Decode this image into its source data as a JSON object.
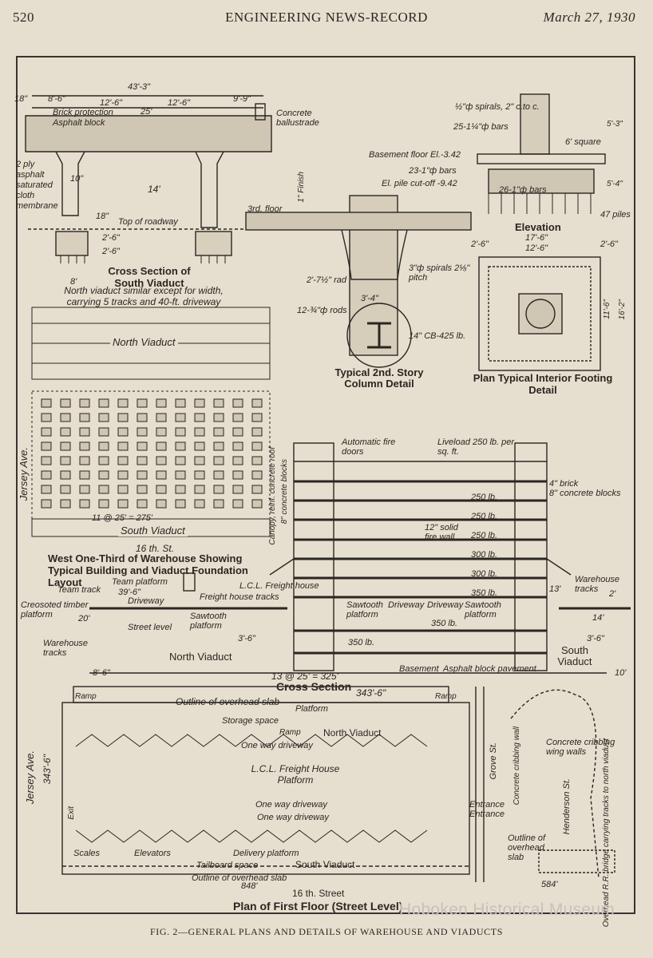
{
  "header": {
    "page_number": "520",
    "publication": "ENGINEERING NEWS-RECORD",
    "date": "March 27, 1930"
  },
  "cross_section_south": {
    "dims": [
      "43'-3\"",
      "18\"",
      "8'-6\"",
      "12'-6\"",
      "12'-6\"",
      "9'-9\"",
      "25'",
      "14'",
      "10\"",
      "18\"",
      "2'-6\"",
      "2'-6\"",
      "8'"
    ],
    "notes": [
      "Brick protection",
      "Asphalt block",
      "Concrete ballustrade",
      "2 ply asphalt saturated cloth membrane",
      "Top of roadway"
    ],
    "title": "Cross Section of South Viaduct",
    "subtitle": "North viaduct similar except for width, carrying 5 tracks and 40-ft. driveway"
  },
  "column_detail": {
    "notes": [
      "3rd. floor",
      "1\" Finish",
      "2'-7½\" rad",
      "3\"ф spirals 2⅛\" pitch",
      "12-¾\"ф rods",
      "14\" CB-425 lb.",
      "3'-4\""
    ],
    "title": "Typical 2nd. Story Column Detail"
  },
  "footing_detail": {
    "notes": [
      "½\"ф spirals, 2\" c.to c.",
      "25-1¼\"ф bars",
      "6' square",
      "Basement floor El.-3.42",
      "23-1\"ф bars",
      "El. pile cut-off -9.42",
      "26-1\"ф bars",
      "47 piles",
      "5'-3\"",
      "5'-4\""
    ],
    "elevation_title": "Elevation",
    "plan_dims": [
      "17'-6\"",
      "12'-6\"",
      "2'-6\"",
      "2'-6\"",
      "11'-6\"",
      "16'-2\""
    ],
    "title": "Plan Typical Interior Footing Detail"
  },
  "foundation_layout": {
    "labels": [
      "North Viaduct",
      "South Viaduct",
      "Jersey Ave.",
      "16 th. St.",
      "11 @ 25' = 275'"
    ],
    "title": "West One-Third of Warehouse Showing Typical Building and Viaduct Foundation Layout"
  },
  "building_section": {
    "notes": [
      "Automatic fire doors",
      "Liveload 250 lb. per sq. ft.",
      "4\" brick",
      "8\" concrete blocks",
      "12\" solid fire wall",
      "Canopy, reinf. concrete roof",
      "8\" concrete blocks",
      "L.C.L. Freight house",
      "Warehouse tracks",
      "13'"
    ],
    "loads": [
      "250 lb.",
      "250 lb.",
      "250 lb.",
      "300 lb.",
      "300 lb.",
      "350 lb.",
      "350 lb.",
      "350 lb."
    ],
    "lower": [
      "Team track",
      "Team platform",
      "39'-6\"",
      "Driveway",
      "Freight house tracks",
      "Creosoted timber platform",
      "20'",
      "Street level",
      "Sawtooth platform",
      "3'-6\"",
      "Warehouse tracks",
      "North Viaduct",
      "Sawtooth platform",
      "Driveway",
      "Driveway",
      "Sawtooth platform",
      "South Viaduct",
      "Basement",
      "Asphalt block pavement",
      "14'",
      "3'-6\"",
      "2'"
    ],
    "dims": [
      "8'-6\"",
      "13 @ 25' = 325'",
      "10'",
      "343'-6\""
    ],
    "title": "Cross Section"
  },
  "floor_plan": {
    "labels": [
      "Outline of overhead slab",
      "Ramp",
      "Ramp",
      "Platform",
      "Storage space",
      "Ramp",
      "North Viaduct",
      "One way driveway",
      "L.C.L. Freight House Platform",
      "One way driveway",
      "One way driveway",
      "Entrance",
      "Entrance",
      "Exit",
      "Scales",
      "Elevators",
      "Delivery platform",
      "Tailboard space",
      "South Viaduct",
      "Outline of overhead slab",
      "Grove St.",
      "Concrete cribbing wall",
      "Concrete cribbing wing walls",
      "Henderson St.",
      "Overhead R.R. bridge carrying tracks to north viaduct",
      "Outline of overhead slab",
      "Jersey Ave.",
      "343'-6\"",
      "848'",
      "584'",
      "16 th. Street"
    ],
    "title": "Plan of First Floor (Street Level)"
  },
  "caption": "FIG. 2—GENERAL PLANS AND DETAILS OF WAREHOUSE AND VIADUCTS",
  "watermark": "Hoboken Historical Museum",
  "colors": {
    "paper": "#e6dfcf",
    "ink": "#2a2622"
  }
}
